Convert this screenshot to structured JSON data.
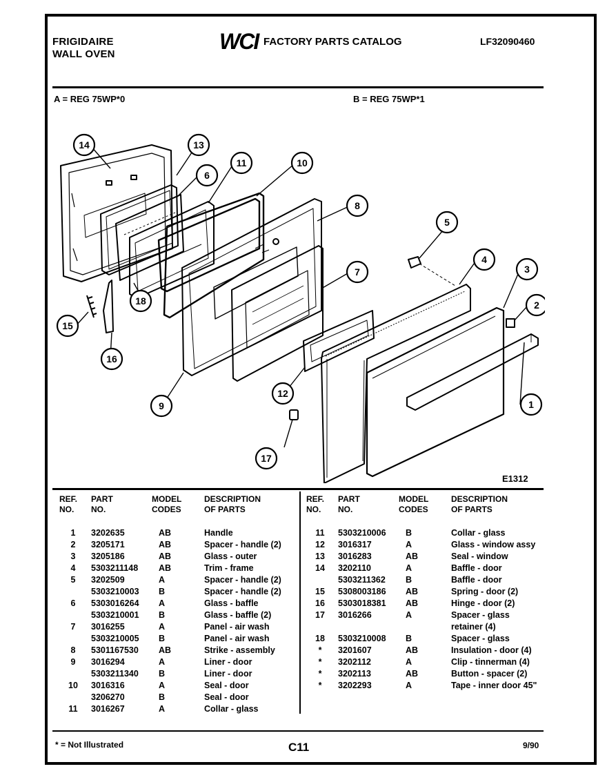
{
  "header": {
    "brand_line1": "FRIGIDAIRE",
    "brand_line2": "WALL OVEN",
    "logo_text": "WCI",
    "catalog_title": "FACTORY PARTS CATALOG",
    "catalog_code": "LF32090460"
  },
  "models": {
    "a": "A = REG 75WP*0",
    "b": "B = REG 75WP*1"
  },
  "diagram": {
    "id": "E1312",
    "callouts": [
      "1",
      "2",
      "3",
      "4",
      "5",
      "6",
      "7",
      "8",
      "9",
      "10",
      "11",
      "12",
      "13",
      "14",
      "15",
      "16",
      "17",
      "18"
    ]
  },
  "table": {
    "headers": {
      "ref": [
        "REF.",
        "NO."
      ],
      "part": [
        "PART",
        "NO."
      ],
      "model": [
        "MODEL",
        "CODES"
      ],
      "desc": [
        "DESCRIPTION",
        "OF PARTS"
      ]
    },
    "left_rows": [
      {
        "ref": "1",
        "part": "3202635",
        "model": "AB",
        "desc": "Handle"
      },
      {
        "ref": "2",
        "part": "3205171",
        "model": "AB",
        "desc": "Spacer - handle (2)"
      },
      {
        "ref": "3",
        "part": "3205186",
        "model": "AB",
        "desc": "Glass - outer"
      },
      {
        "ref": "4",
        "part": "5303211148",
        "model": "AB",
        "desc": "Trim - frame"
      },
      {
        "ref": "5",
        "part": "3202509",
        "model": "A",
        "desc": "Spacer - handle (2)"
      },
      {
        "ref": "",
        "part": "5303210003",
        "model": "B",
        "desc": "Spacer - handle (2)"
      },
      {
        "ref": "6",
        "part": "5303016264",
        "model": "A",
        "desc": "Glass - baffle"
      },
      {
        "ref": "",
        "part": "5303210001",
        "model": "B",
        "desc": "Glass - baffle (2)"
      },
      {
        "ref": "7",
        "part": "3016255",
        "model": "A",
        "desc": "Panel - air wash"
      },
      {
        "ref": "",
        "part": "5303210005",
        "model": "B",
        "desc": "Panel - air wash"
      },
      {
        "ref": "8",
        "part": "5301167530",
        "model": "AB",
        "desc": "Strike - assembly"
      },
      {
        "ref": "9",
        "part": "3016294",
        "model": "A",
        "desc": "Liner - door"
      },
      {
        "ref": "",
        "part": "5303211340",
        "model": "B",
        "desc": "Liner - door"
      },
      {
        "ref": "10",
        "part": "3016316",
        "model": "A",
        "desc": "Seal - door"
      },
      {
        "ref": "",
        "part": "3206270",
        "model": "B",
        "desc": "Seal - door"
      },
      {
        "ref": "11",
        "part": "3016267",
        "model": "A",
        "desc": "Collar - glass"
      }
    ],
    "right_rows": [
      {
        "ref": "11",
        "part": "5303210006",
        "model": "B",
        "desc": "Collar - glass"
      },
      {
        "ref": "12",
        "part": "3016317",
        "model": "A",
        "desc": "Glass - window assy"
      },
      {
        "ref": "13",
        "part": "3016283",
        "model": "AB",
        "desc": "Seal - window"
      },
      {
        "ref": "14",
        "part": "3202110",
        "model": "A",
        "desc": "Baffle - door"
      },
      {
        "ref": "",
        "part": "5303211362",
        "model": "B",
        "desc": "Baffle - door"
      },
      {
        "ref": "15",
        "part": "5308003186",
        "model": "AB",
        "desc": "Spring - door (2)"
      },
      {
        "ref": "16",
        "part": "5303018381",
        "model": "AB",
        "desc": "Hinge - door (2)"
      },
      {
        "ref": "17",
        "part": "3016266",
        "model": "A",
        "desc": "Spacer - glass"
      },
      {
        "ref": "",
        "part": "",
        "model": "",
        "desc": "retainer (4)"
      },
      {
        "ref": "18",
        "part": "5303210008",
        "model": "B",
        "desc": "Spacer - glass"
      },
      {
        "ref": "*",
        "part": "3201607",
        "model": "AB",
        "desc": "Insulation - door (4)"
      },
      {
        "ref": "*",
        "part": "3202112",
        "model": "A",
        "desc": "Clip - tinnerman (4)"
      },
      {
        "ref": "*",
        "part": "3202113",
        "model": "AB",
        "desc": "Button - spacer (2)"
      },
      {
        "ref": "*",
        "part": "3202293",
        "model": "A",
        "desc": "Tape - inner door 45\""
      }
    ]
  },
  "footer": {
    "note": "* = Not Illustrated",
    "page": "C11",
    "date": "9/90"
  }
}
